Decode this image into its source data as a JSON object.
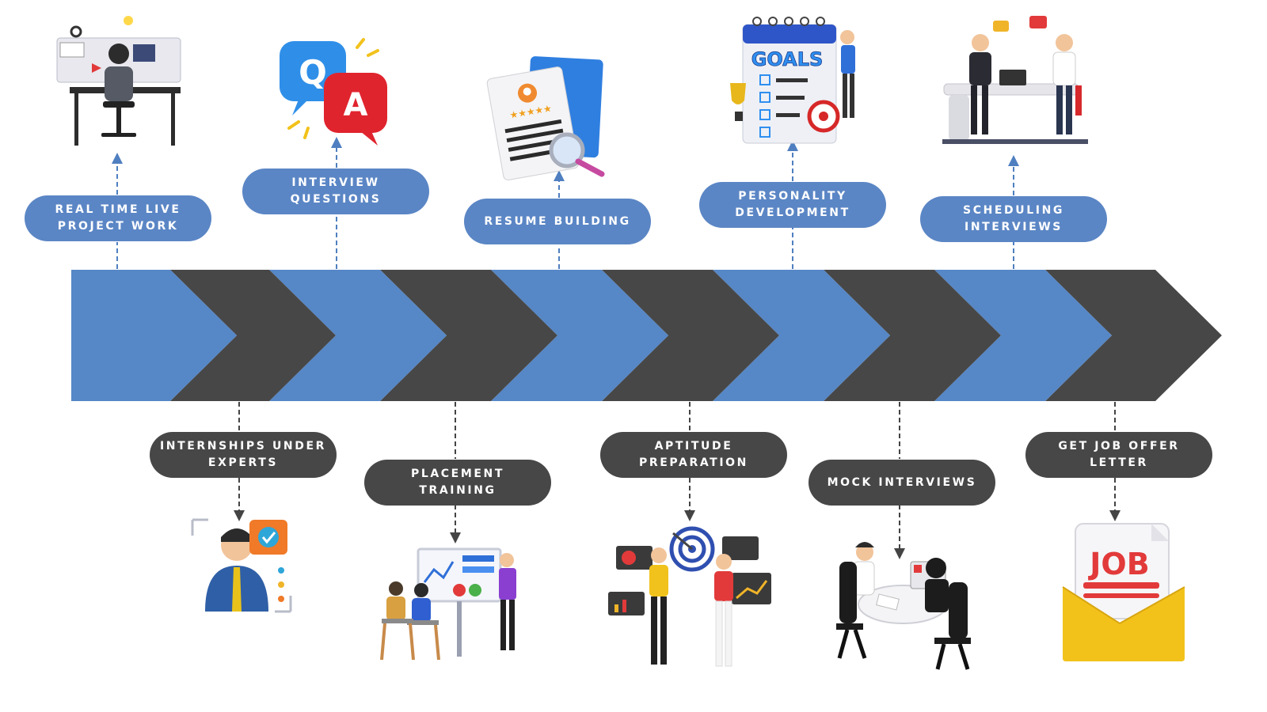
{
  "colors": {
    "blue": "#5687c6",
    "dark": "#474747",
    "pill_blue": "#5b86c5",
    "pill_dark": "#474747",
    "connector_blue": "#4f7fc0",
    "connector_dark": "#444444"
  },
  "steps": [
    {
      "label": "REAL TIME LIVE PROJECT WORK",
      "position": "top",
      "color": "blue",
      "icon": "developer-at-desk-icon"
    },
    {
      "label": "INTERNSHIPS UNDER EXPERTS",
      "position": "bottom",
      "color": "dark",
      "icon": "expert-approval-icon"
    },
    {
      "label": "INTERVIEW QUESTIONS",
      "position": "top",
      "color": "blue",
      "icon": "qa-bubbles-icon"
    },
    {
      "label": "PLACEMENT TRAINING",
      "position": "bottom",
      "color": "dark",
      "icon": "training-presentation-icon"
    },
    {
      "label": "RESUME BUILDING",
      "position": "top",
      "color": "blue",
      "icon": "resume-magnifier-icon"
    },
    {
      "label": "APTITUDE PREPARATION",
      "position": "bottom",
      "color": "dark",
      "icon": "aptitude-target-icon"
    },
    {
      "label": "PERSONALITY DEVELOPMENT",
      "position": "top",
      "color": "blue",
      "icon": "goals-board-icon"
    },
    {
      "label": "MOCK INTERVIEWS",
      "position": "bottom",
      "color": "dark",
      "icon": "mock-interview-icon"
    },
    {
      "label": "SCHEDULING INTERVIEWS",
      "position": "top",
      "color": "blue",
      "icon": "interview-meeting-icon"
    },
    {
      "label": "GET JOB OFFER LETTER",
      "position": "bottom",
      "color": "dark",
      "icon": "job-offer-envelope-icon"
    }
  ],
  "illustration_text": {
    "qa_q": "Q",
    "qa_a": "A",
    "goals": "GOALS",
    "job": "JOB",
    "stars": "★★★★★"
  }
}
